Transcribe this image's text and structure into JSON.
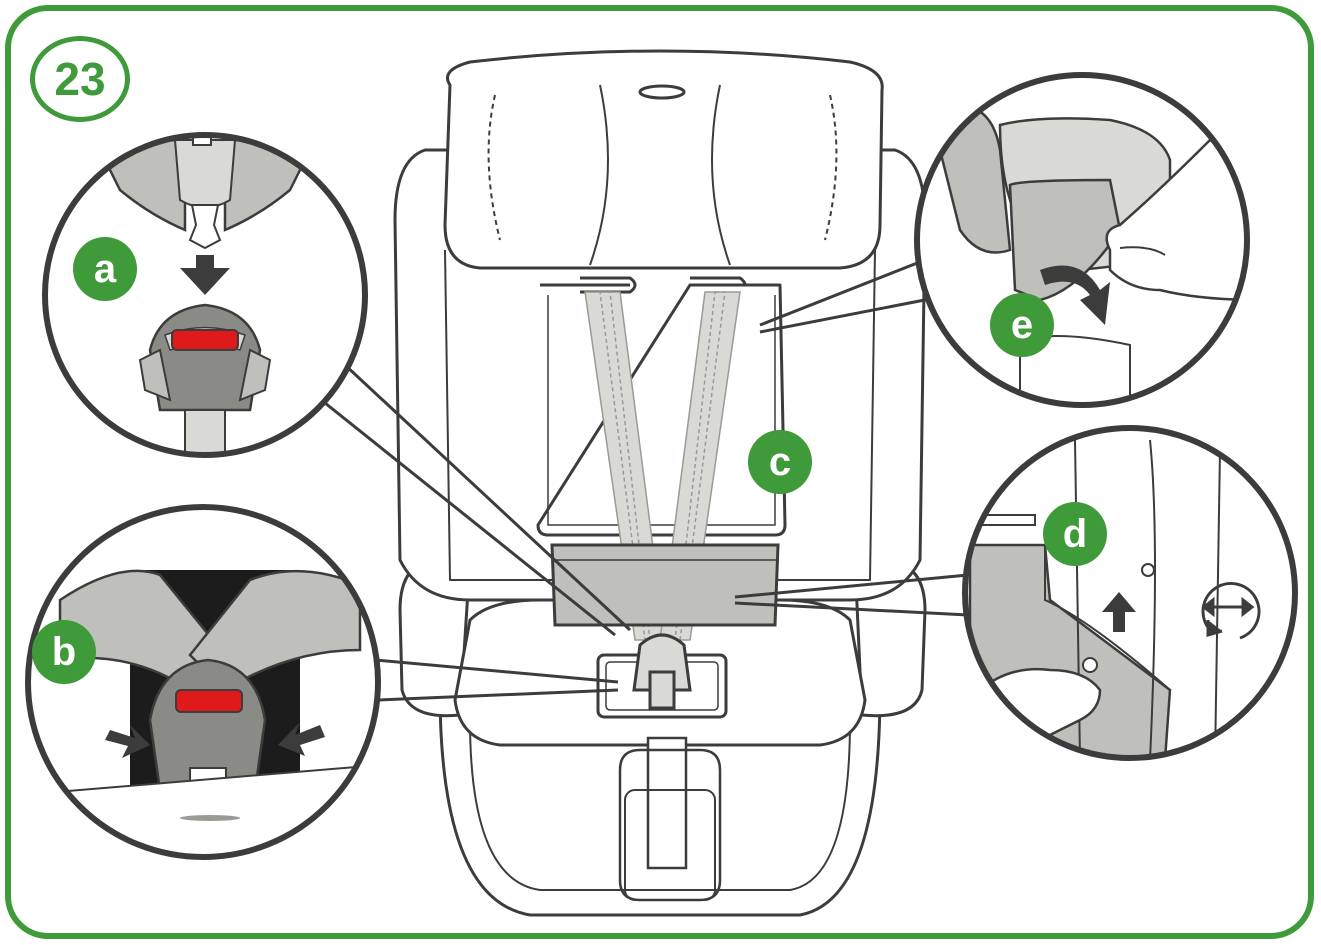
{
  "step": {
    "number": "23"
  },
  "labels": {
    "a": "a",
    "b": "b",
    "c": "c",
    "d": "d",
    "e": "e"
  },
  "colors": {
    "frame": "#3f9a3a",
    "label_fill": "#3f9a3a",
    "line": "#3c3c3c",
    "seat_fill": "#ffffff",
    "strap": "#d9d9d5",
    "pad": "#bfbfbb",
    "buckle_red": "#e01a1a",
    "shadow": "#1c1c1c"
  },
  "icons": [
    "down-arrow-icon",
    "squeeze-arrows-icon",
    "pull-arrow-icon",
    "rotate-adjust-icon"
  ]
}
